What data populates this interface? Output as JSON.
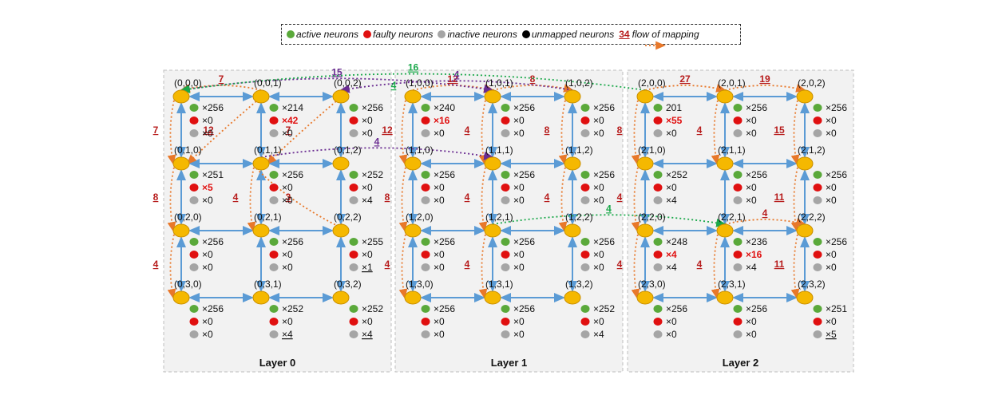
{
  "legend": {
    "active": "active neurons",
    "faulty": "faulty neurons",
    "inactive": "inactive neurons",
    "unmapped": "unmapped neurons",
    "flow_number": "34",
    "flow": "flow of mapping"
  },
  "colors": {
    "active": "#5aa93a",
    "faulty": "#e01010",
    "inactive": "#a5a5a5",
    "unmapped": "#000000",
    "node": "#f5b800",
    "link": "#5b9bd5",
    "flow_orange": "#e8782a",
    "flow_purple": "#6a2c91",
    "flow_green": "#1aa84a",
    "label_red": "#b71c1c",
    "panel": "#f2f2f2"
  },
  "layers": [
    {
      "name": "Layer 0",
      "nodes": [
        {
          "id": "(0,0,0)",
          "a": "×256",
          "f": "×0",
          "i": "×0"
        },
        {
          "id": "(0,0,1)",
          "a": "×214",
          "f": "×42",
          "i": "×0",
          "fr": true
        },
        {
          "id": "(0,0,2)",
          "a": "×256",
          "f": "×0",
          "i": "×0"
        },
        {
          "id": "(0,1,0)",
          "a": "×251",
          "f": "×5",
          "i": "×0",
          "fr": true
        },
        {
          "id": "(0,1,1)",
          "a": "×256",
          "f": "×0",
          "i": "×0"
        },
        {
          "id": "(0,1,2)",
          "a": "×252",
          "f": "×0",
          "i": "×4"
        },
        {
          "id": "(0,2,0)",
          "a": "×256",
          "f": "×0",
          "i": "×0"
        },
        {
          "id": "(0,2,1)",
          "a": "×256",
          "f": "×0",
          "i": "×0"
        },
        {
          "id": "(0,2,2)",
          "a": "×255",
          "f": "×0",
          "i": "×1",
          "iu": true
        },
        {
          "id": "(0,3,0)",
          "a": "×256",
          "f": "×0",
          "i": "×0"
        },
        {
          "id": "(0,3,1)",
          "a": "×252",
          "f": "×0",
          "i": "×4",
          "iu": true
        },
        {
          "id": "(0,3,2)",
          "a": "×252",
          "f": "×0",
          "i": "×4",
          "iu": true
        }
      ]
    },
    {
      "name": "Layer 1",
      "nodes": [
        {
          "id": "(1,0,0)",
          "a": "×240",
          "f": "×16",
          "i": "×0",
          "fr": true
        },
        {
          "id": "(1,0,1)",
          "a": "×256",
          "f": "×0",
          "i": "×0"
        },
        {
          "id": "(1,0,2)",
          "a": "×256",
          "f": "×0",
          "i": "×0"
        },
        {
          "id": "(1,1,0)",
          "a": "×256",
          "f": "×0",
          "i": "×0"
        },
        {
          "id": "(1,1,1)",
          "a": "×256",
          "f": "×0",
          "i": "×0"
        },
        {
          "id": "(1,1,2)",
          "a": "×256",
          "f": "×0",
          "i": "×0"
        },
        {
          "id": "(1,2,0)",
          "a": "×256",
          "f": "×0",
          "i": "×0"
        },
        {
          "id": "(1,2,1)",
          "a": "×256",
          "f": "×0",
          "i": "×0"
        },
        {
          "id": "(1,2,2)",
          "a": "×256",
          "f": "×0",
          "i": "×0"
        },
        {
          "id": "(1,3,0)",
          "a": "×256",
          "f": "×0",
          "i": "×0"
        },
        {
          "id": "(1,3,1)",
          "a": "×256",
          "f": "×0",
          "i": "×0"
        },
        {
          "id": "(1,3,2)",
          "a": "×252",
          "f": "×0",
          "i": "×4"
        }
      ]
    },
    {
      "name": "Layer 2",
      "nodes": [
        {
          "id": "(2,0,0)",
          "a": "201",
          "f": "×55",
          "i": "×0",
          "fr": true
        },
        {
          "id": "(2,0,1)",
          "a": "×256",
          "f": "×0",
          "i": "×0"
        },
        {
          "id": "(2,0,2)",
          "a": "×256",
          "f": "×0",
          "i": "×0"
        },
        {
          "id": "(2,1,0)",
          "a": "×252",
          "f": "×0",
          "i": "×4"
        },
        {
          "id": "(2,1,1)",
          "a": "×256",
          "f": "×0",
          "i": "×0"
        },
        {
          "id": "(2,1,2)",
          "a": "×256",
          "f": "×0",
          "i": "×0"
        },
        {
          "id": "(2,2,0)",
          "a": "×248",
          "f": "×4",
          "i": "×4",
          "fr": true
        },
        {
          "id": "(2,2,1)",
          "a": "×236",
          "f": "×16",
          "i": "×4",
          "fr": true
        },
        {
          "id": "(2,2,2)",
          "a": "×256",
          "f": "×0",
          "i": "×0"
        },
        {
          "id": "(2,3,0)",
          "a": "×256",
          "f": "×0",
          "i": "×0"
        },
        {
          "id": "(2,3,1)",
          "a": "×256",
          "f": "×0",
          "i": "×0"
        },
        {
          "id": "(2,3,2)",
          "a": "×251",
          "f": "×0",
          "i": "×5",
          "iu": true
        }
      ]
    }
  ],
  "flows": [
    {
      "from": [
        0,
        0,
        0
      ],
      "to": [
        0,
        1,
        0
      ],
      "label": "7",
      "color": "orange",
      "side": "L"
    },
    {
      "from": [
        0,
        1,
        0
      ],
      "to": [
        0,
        2,
        0
      ],
      "label": "8",
      "color": "orange",
      "side": "L"
    },
    {
      "from": [
        0,
        2,
        0
      ],
      "to": [
        0,
        3,
        0
      ],
      "label": "4",
      "color": "orange",
      "side": "L"
    },
    {
      "from": [
        0,
        0,
        1
      ],
      "to": [
        0,
        1,
        0
      ],
      "label": "12",
      "color": "orange",
      "side": "D"
    },
    {
      "from": [
        0,
        0,
        2
      ],
      "to": [
        0,
        1,
        1
      ],
      "label": "7",
      "color": "orange",
      "side": "D"
    },
    {
      "from": [
        0,
        1,
        1
      ],
      "to": [
        0,
        2,
        1
      ],
      "label": "4",
      "color": "orange",
      "side": "L"
    },
    {
      "from": [
        0,
        1,
        1
      ],
      "to": [
        0,
        2,
        2
      ],
      "label": "3",
      "color": "orange",
      "side": "D"
    },
    {
      "from": [
        0,
        0,
        1
      ],
      "to": [
        0,
        0,
        0
      ],
      "label": "7",
      "color": "orange",
      "side": "U"
    },
    {
      "from": [
        1,
        0,
        0
      ],
      "to": [
        1,
        0,
        1
      ],
      "label": "12",
      "color": "orange",
      "side": "U"
    },
    {
      "from": [
        1,
        0,
        1
      ],
      "to": [
        1,
        0,
        2
      ],
      "label": "8",
      "color": "orange",
      "side": "U"
    },
    {
      "from": [
        1,
        0,
        0
      ],
      "to": [
        1,
        1,
        0
      ],
      "label": "12",
      "color": "orange",
      "side": "L"
    },
    {
      "from": [
        1,
        0,
        1
      ],
      "to": [
        1,
        1,
        1
      ],
      "label": "4",
      "color": "orange",
      "side": "L"
    },
    {
      "from": [
        1,
        0,
        2
      ],
      "to": [
        1,
        1,
        2
      ],
      "label": "8",
      "color": "orange",
      "side": "L"
    },
    {
      "from": [
        1,
        1,
        0
      ],
      "to": [
        1,
        2,
        0
      ],
      "label": "8",
      "color": "orange",
      "side": "L"
    },
    {
      "from": [
        1,
        1,
        1
      ],
      "to": [
        1,
        2,
        1
      ],
      "label": "4",
      "color": "orange",
      "side": "L"
    },
    {
      "from": [
        1,
        1,
        2
      ],
      "to": [
        1,
        2,
        2
      ],
      "label": "4",
      "color": "orange",
      "side": "L"
    },
    {
      "from": [
        1,
        2,
        0
      ],
      "to": [
        1,
        3,
        0
      ],
      "label": "4",
      "color": "orange",
      "side": "L"
    },
    {
      "from": [
        1,
        2,
        1
      ],
      "to": [
        1,
        3,
        1
      ],
      "label": "4",
      "color": "orange",
      "side": "L"
    },
    {
      "from": [
        2,
        0,
        0
      ],
      "to": [
        2,
        0,
        1
      ],
      "label": "27",
      "color": "orange",
      "side": "U"
    },
    {
      "from": [
        2,
        0,
        1
      ],
      "to": [
        2,
        0,
        2
      ],
      "label": "19",
      "color": "orange",
      "side": "U"
    },
    {
      "from": [
        2,
        0,
        0
      ],
      "to": [
        2,
        1,
        0
      ],
      "label": "8",
      "color": "orange",
      "side": "L"
    },
    {
      "from": [
        2,
        0,
        1
      ],
      "to": [
        2,
        1,
        1
      ],
      "label": "4",
      "color": "orange",
      "side": "L"
    },
    {
      "from": [
        2,
        0,
        2
      ],
      "to": [
        2,
        1,
        2
      ],
      "label": "15",
      "color": "orange",
      "side": "L"
    },
    {
      "from": [
        2,
        1,
        0
      ],
      "to": [
        2,
        2,
        0
      ],
      "label": "4",
      "color": "orange",
      "side": "L"
    },
    {
      "from": [
        2,
        1,
        2
      ],
      "to": [
        2,
        2,
        2
      ],
      "label": "11",
      "color": "orange",
      "side": "L"
    },
    {
      "from": [
        2,
        2,
        1
      ],
      "to": [
        2,
        2,
        2
      ],
      "label": "4",
      "color": "orange",
      "side": "U"
    },
    {
      "from": [
        2,
        2,
        0
      ],
      "to": [
        2,
        3,
        0
      ],
      "label": "4",
      "color": "orange",
      "side": "L"
    },
    {
      "from": [
        2,
        2,
        1
      ],
      "to": [
        2,
        3,
        1
      ],
      "label": "4",
      "color": "orange",
      "side": "L"
    },
    {
      "from": [
        2,
        2,
        2
      ],
      "to": [
        2,
        3,
        2
      ],
      "label": "11",
      "color": "orange",
      "side": "L"
    },
    {
      "from": [
        0,
        0,
        0
      ],
      "to": [
        1,
        0,
        1
      ],
      "label": "15",
      "color": "purple",
      "side": "U"
    },
    {
      "from": [
        1,
        0,
        2
      ],
      "to": [
        0,
        0,
        2
      ],
      "label": "4",
      "color": "purple",
      "side": "U"
    },
    {
      "from": [
        0,
        1,
        1
      ],
      "to": [
        1,
        1,
        1
      ],
      "label": "4",
      "color": "purple",
      "side": "U"
    },
    {
      "from": [
        2,
        0,
        0
      ],
      "to": [
        0,
        0,
        0
      ],
      "label": "16",
      "color": "green",
      "side": "U"
    },
    {
      "from": [
        1,
        0,
        0
      ],
      "to": [
        1,
        0,
        0
      ],
      "label": "4",
      "color": "green",
      "side": "N"
    },
    {
      "from": [
        1,
        2,
        1
      ],
      "to": [
        2,
        2,
        1
      ],
      "label": "4",
      "color": "green",
      "side": "U"
    }
  ]
}
